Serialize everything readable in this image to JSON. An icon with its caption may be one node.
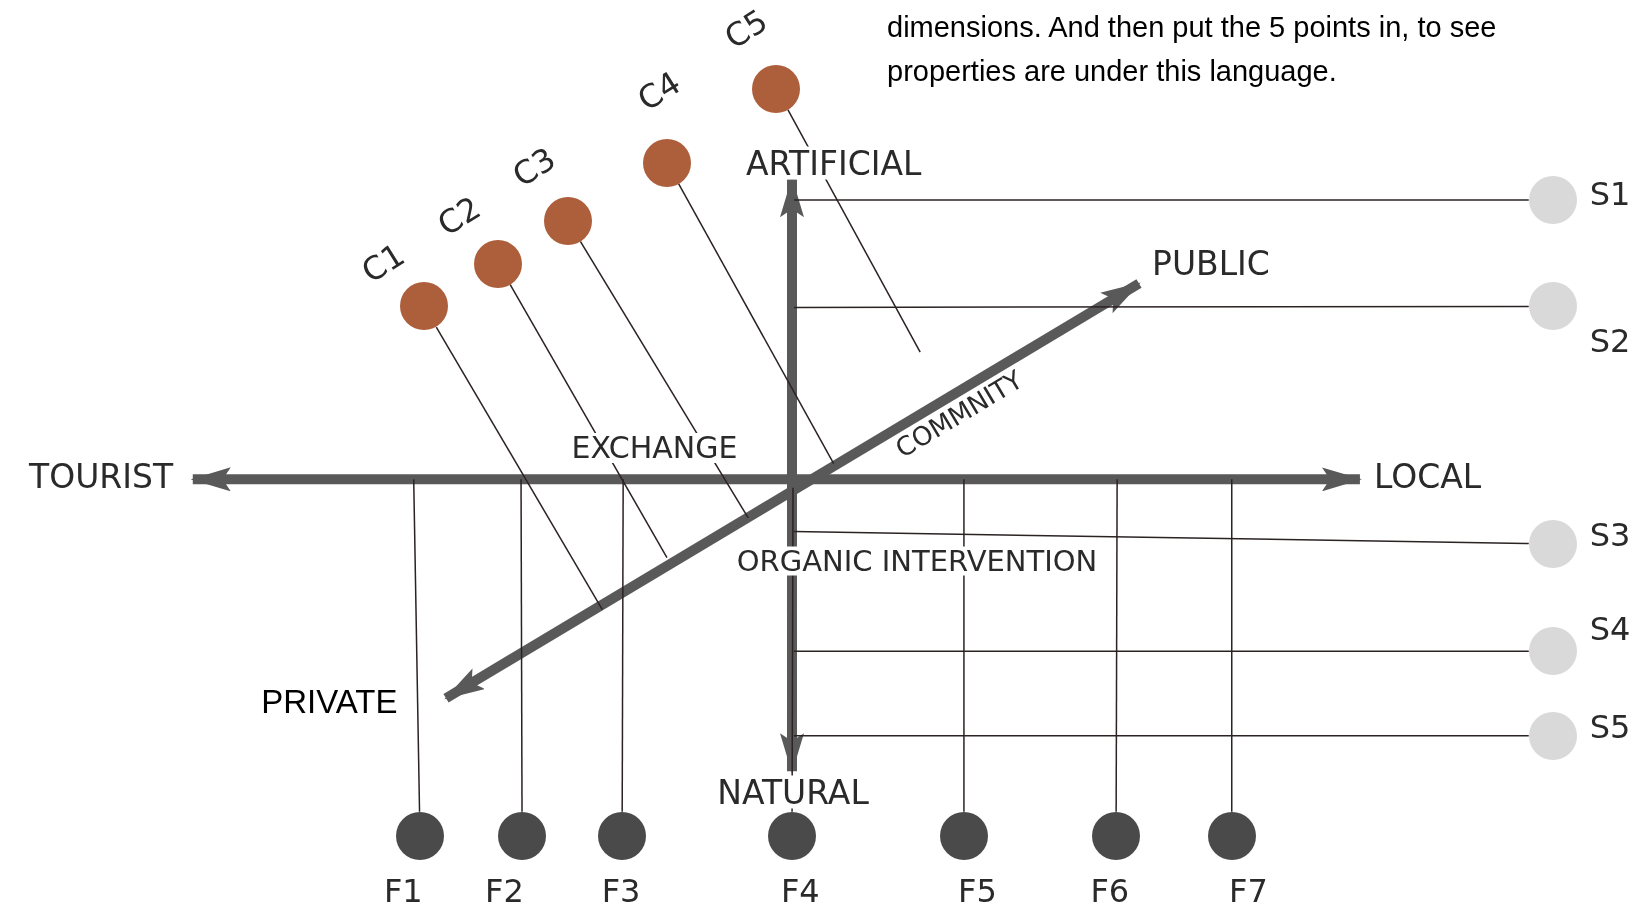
{
  "diagram": {
    "nodes": [
      {
        "text": [],
        "shape": "circle",
        "beside": [
          "C1"
        ]
      },
      {
        "text": [],
        "shape": "circle",
        "beside": [
          "C2"
        ]
      },
      {
        "text": [],
        "shape": "circle",
        "beside": [
          "C3"
        ]
      },
      {
        "text": [],
        "shape": "circle",
        "beside": [
          "C4"
        ]
      },
      {
        "text": [],
        "shape": "circle",
        "beside": [
          "C5"
        ]
      },
      {
        "text": [
          "ARTIFICIAL"
        ]
      },
      {
        "text": [],
        "shape": "circle",
        "beside": [
          "S1"
        ]
      },
      {
        "text": [
          "PUBLIC"
        ]
      },
      {
        "text": [],
        "shape": "circle",
        "beside": [
          "S2"
        ]
      },
      {
        "text": [
          "TOURIST"
        ]
      },
      {
        "text": [
          "LOCAL"
        ]
      },
      {
        "text": [],
        "shape": "circle",
        "beside": [
          "S3"
        ]
      },
      {
        "text": [],
        "shape": "circle",
        "beside": [
          "S4"
        ]
      },
      {
        "text": [
          "PRIVATE"
        ]
      },
      {
        "text": [],
        "shape": "circle",
        "beside": [
          "S5"
        ]
      },
      {
        "text": [
          "NATURAL"
        ]
      },
      {
        "text": [],
        "shape": "circle",
        "beside": [
          "F1"
        ]
      },
      {
        "text": [],
        "shape": "circle",
        "beside": [
          "F2"
        ]
      },
      {
        "text": [],
        "shape": "circle",
        "beside": [
          "F3"
        ]
      },
      {
        "text": [],
        "shape": "circle",
        "beside": [
          "F4"
        ]
      },
      {
        "text": [],
        "shape": "circle",
        "beside": [
          "F5"
        ]
      },
      {
        "text": [],
        "shape": "circle",
        "beside": [
          "F6"
        ]
      },
      {
        "text": [],
        "shape": "circle",
        "beside": [
          "F7"
        ]
      }
    ],
    "edges": [
      {
        "from": 9,
        "to": 10,
        "arrow": "both",
        "style": "thick",
        "color": "#595959"
      },
      {
        "from": 15,
        "to": 5,
        "arrow": "both",
        "style": "thick",
        "color": "#595959"
      },
      {
        "from": 13,
        "to": 7,
        "arrow": "both",
        "style": "thick",
        "color": "#595959"
      },
      {
        "from": 0,
        "to": null,
        "arrow": "none"
      },
      {
        "from": 1,
        "to": null,
        "arrow": "none"
      },
      {
        "from": 2,
        "to": null,
        "arrow": "none"
      },
      {
        "from": 3,
        "to": null,
        "arrow": "none"
      },
      {
        "from": 4,
        "to": null,
        "arrow": "none"
      },
      {
        "from": 6,
        "to": null,
        "arrow": "none"
      },
      {
        "from": 8,
        "to": null,
        "arrow": "none"
      },
      {
        "from": 11,
        "to": null,
        "arrow": "none"
      },
      {
        "from": 12,
        "to": null,
        "arrow": "none"
      },
      {
        "from": 14,
        "to": null,
        "arrow": "none"
      },
      {
        "from": 16,
        "to": null,
        "arrow": "none"
      },
      {
        "from": 17,
        "to": null,
        "arrow": "none"
      },
      {
        "from": 18,
        "to": null,
        "arrow": "none"
      },
      {
        "from": 19,
        "to": null,
        "arrow": "none"
      },
      {
        "from": 20,
        "to": null,
        "arrow": "none"
      },
      {
        "from": 21,
        "to": null,
        "arrow": "none"
      },
      {
        "from": 22,
        "to": null,
        "arrow": "none"
      }
    ],
    "labels": [
      "dimensions. And then put the 5 points in, to see properties are under this language.",
      "COMMNITY",
      "EXCHANGE",
      "ORGANIC INTERVENTION"
    ]
  }
}
